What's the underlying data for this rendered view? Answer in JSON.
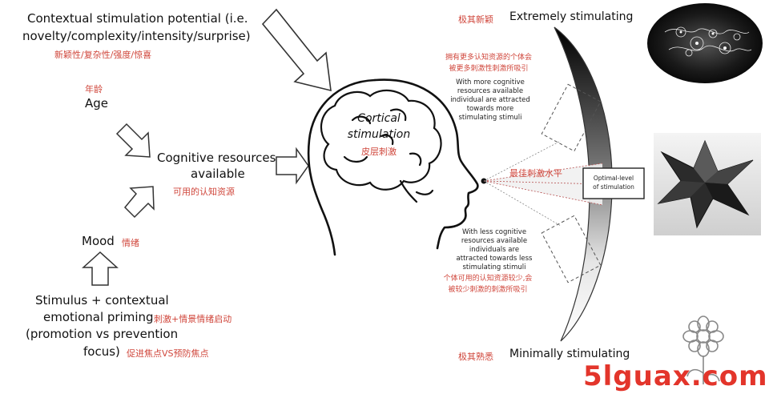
{
  "inputs": {
    "contextual": {
      "en_line1": "Contextual stimulation potential (i.e.",
      "en_line2": "novelty/complexity/intensity/surprise)",
      "cn": "新颖性/复杂性/强度/惊喜"
    },
    "age": {
      "cn": "年龄",
      "en": "Age"
    },
    "mood": {
      "en": "Mood",
      "cn": "情绪"
    },
    "stimulus": {
      "en_line1": "Stimulus + contextual",
      "en_line2": "emotional priming",
      "en_line3": "(promotion vs prevention",
      "en_line4": "focus)",
      "cn_a": "刺激+情景情绪启动",
      "cn_b": "促进焦点VS预防焦点"
    }
  },
  "cognitive": {
    "en_line1": "Cognitive resources",
    "en_line2": "available",
    "cn": "可用的认知资源"
  },
  "cortical": {
    "en_line1": "Cortical",
    "en_line2": "stimulation",
    "cn": "皮层刺激"
  },
  "spectrum": {
    "top": {
      "cn": "极其新颖",
      "en": "Extremely stimulating"
    },
    "bottom": {
      "cn": "极其熟悉",
      "en": "Minimally stimulating"
    },
    "optimal": {
      "cn": "最佳刺激水平",
      "en_line1": "Optimal-level",
      "en_line2": "of stimulation"
    }
  },
  "notes": {
    "more": {
      "cn_line1": "拥有更多认知资源的个体会",
      "cn_line2": "被更多刺激性刺激所吸引",
      "en_line1": "With more cognitive",
      "en_line2": "resources available",
      "en_line3": "individual are attracted",
      "en_line4": "towards more",
      "en_line5": "stimulating stimuli"
    },
    "less": {
      "en_line1": "With less cognitive",
      "en_line2": "resources available",
      "en_line3": "individuals are",
      "en_line4": "attracted towards less",
      "en_line5": "stimulating stimuli",
      "cn_line1": "个体可用的认知资源较少,会",
      "cn_line2": "被较少刺激的刺激所吸引"
    }
  },
  "watermark": {
    "text": "5lguax.com"
  },
  "colors": {
    "accent_red": "#d0473c",
    "watermark_red": "#e3352b"
  }
}
